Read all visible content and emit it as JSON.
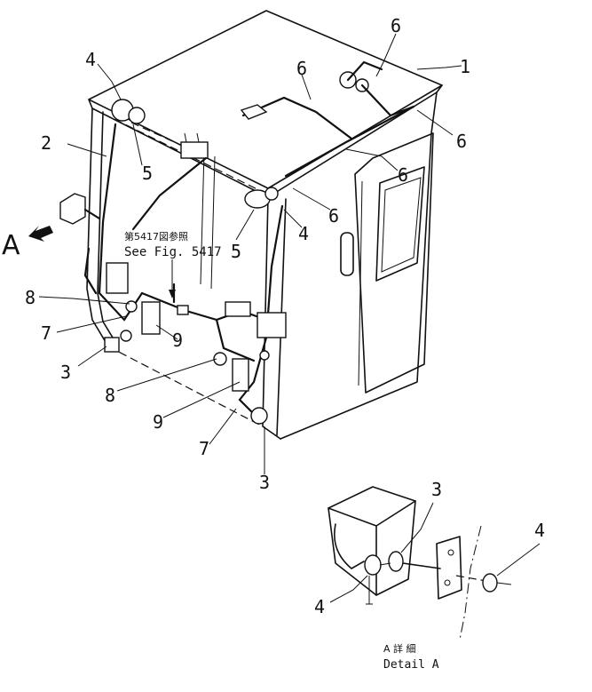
{
  "figure": {
    "note_jp": "第5417図参照",
    "note_en": "See Fig. 5417",
    "view_marker": "A",
    "detail_label_jp": "A 詳 細",
    "detail_label_en": "Detail A"
  },
  "callouts": {
    "c1": "1",
    "c2": "2",
    "c3a": "3",
    "c3b": "3",
    "c3c": "3",
    "c4a": "4",
    "c4b": "4",
    "c4c": "4",
    "c4d": "4",
    "c5a": "5",
    "c5b": "5",
    "c6a": "6",
    "c6b": "6",
    "c6c": "6",
    "c6d": "6",
    "c6e": "6",
    "c7a": "7",
    "c7b": "7",
    "c8a": "8",
    "c8b": "8",
    "c9a": "9",
    "c9b": "9"
  }
}
